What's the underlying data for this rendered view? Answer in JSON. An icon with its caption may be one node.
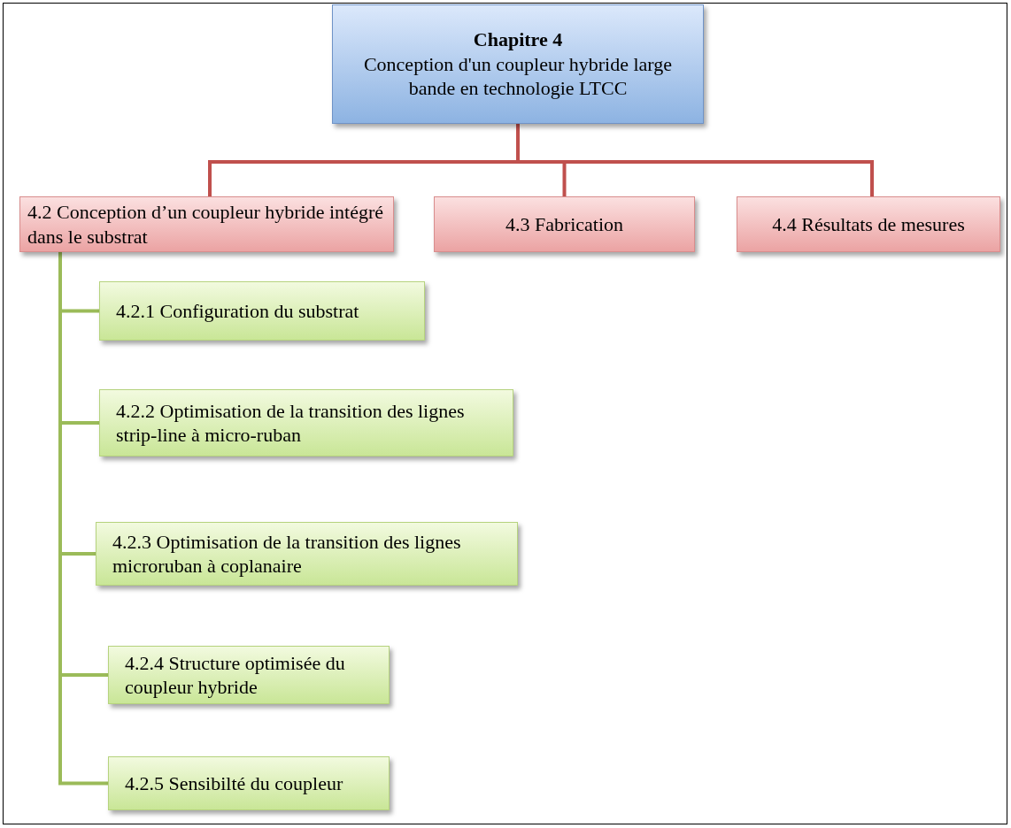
{
  "diagram": {
    "nodes": [
      {
        "text": [
          "Chapitre 4",
          "Conception d'un coupleur hybride large bande en technologie LTCC"
        ]
      },
      {
        "text": [
          "4.2 Conception d’un coupleur hybride intégré dans le substrat"
        ]
      },
      {
        "text": [
          "4.3 Fabrication"
        ]
      },
      {
        "text": [
          "4.4 Résultats de mesures"
        ]
      },
      {
        "text": [
          "4.2.1 Configuration du substrat"
        ]
      },
      {
        "text": [
          "4.2.2 Optimisation de la transition des lignes strip-line à micro-ruban"
        ]
      },
      {
        "text": [
          "4.2.3 Optimisation de la transition des lignes microruban à coplanaire"
        ]
      },
      {
        "text": [
          "4.2.4 Structure optimisée du coupleur hybride"
        ]
      },
      {
        "text": [
          "4.2.5 Sensibilté du coupleur"
        ]
      }
    ],
    "edges": [
      {
        "from": 0,
        "to": 1,
        "arrow": "none",
        "color": "#c0504d"
      },
      {
        "from": 0,
        "to": 2,
        "arrow": "none",
        "color": "#c0504d"
      },
      {
        "from": 0,
        "to": 3,
        "arrow": "none",
        "color": "#c0504d"
      },
      {
        "from": 1,
        "to": 4,
        "arrow": "none"
      },
      {
        "from": 1,
        "to": 5,
        "arrow": "none"
      },
      {
        "from": 1,
        "to": 6,
        "arrow": "none"
      },
      {
        "from": 1,
        "to": 7,
        "arrow": "none"
      },
      {
        "from": 1,
        "to": 8,
        "arrow": "none"
      }
    ]
  }
}
